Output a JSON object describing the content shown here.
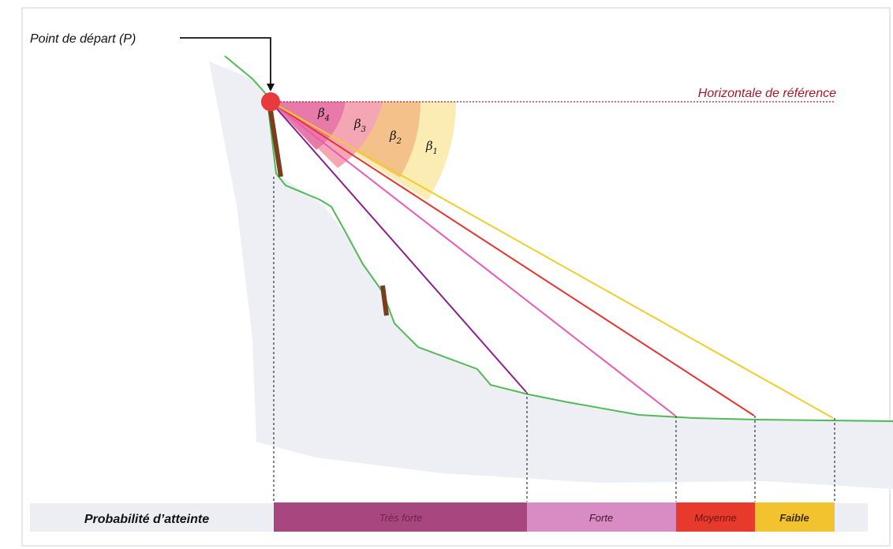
{
  "labels": {
    "start_point": "Point de départ (P)",
    "horizontal_reference": "Horizontale de référence",
    "probability_title": "Probabilité d’atteinte"
  },
  "angles": [
    {
      "symbol": "β",
      "index": "4"
    },
    {
      "symbol": "β",
      "index": "3"
    },
    {
      "symbol": "β",
      "index": "2"
    },
    {
      "symbol": "β",
      "index": "1"
    }
  ],
  "bands": [
    {
      "label": "Très forte",
      "color": "#a8467f",
      "text_color": "#6e2450"
    },
    {
      "label": "Forte",
      "color": "#d98cc4",
      "text_color": "#3a1a30"
    },
    {
      "label": "Moyenne",
      "color": "#e8392d",
      "text_color": "#6a1510"
    },
    {
      "label": "Faible",
      "color": "#f2c22f",
      "text_color": "#3a2a05"
    }
  ],
  "colors": {
    "terrain": "#4fbb57",
    "start_point": "#e8393c",
    "reference_line": "#c0162a",
    "line_beta4": "#8e1e8a",
    "line_beta3": "#e85ab7",
    "line_beta2": "#e8332f",
    "line_beta1": "#f0cd2a",
    "rock": "#7a3e1f"
  }
}
